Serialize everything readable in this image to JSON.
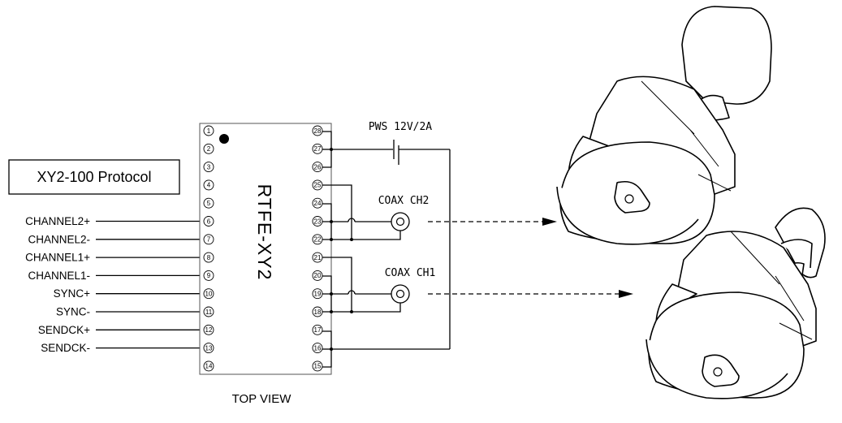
{
  "protocol_label": "XY2-100 Protocol",
  "chip_name": "RTFE-XY2",
  "view_label": "TOP VIEW",
  "power_label": "PWS 12V/2A",
  "coax": [
    {
      "label": "COAX CH2"
    },
    {
      "label": "COAX CH1"
    }
  ],
  "signals": [
    {
      "label": "CHANNEL2+",
      "pin": 6
    },
    {
      "label": "CHANNEL2-",
      "pin": 7
    },
    {
      "label": "CHANNEL1+",
      "pin": 8
    },
    {
      "label": "CHANNEL1-",
      "pin": 9
    },
    {
      "label": "SYNC+",
      "pin": 10
    },
    {
      "label": "SYNC-",
      "pin": 11
    },
    {
      "label": "SENDCK+",
      "pin": 12
    },
    {
      "label": "SENDCK-",
      "pin": 13
    }
  ],
  "left_pins": [
    "1",
    "2",
    "3",
    "4",
    "5",
    "6",
    "7",
    "8",
    "9",
    "10",
    "11",
    "12",
    "13",
    "14"
  ],
  "right_pins": [
    "28",
    "27",
    "26",
    "25",
    "24",
    "23",
    "22",
    "21",
    "20",
    "19",
    "18",
    "17",
    "16",
    "15"
  ]
}
